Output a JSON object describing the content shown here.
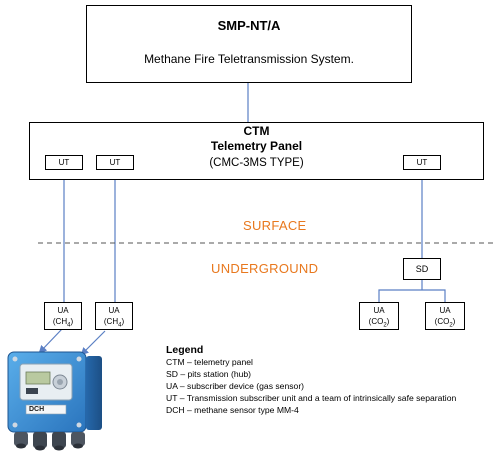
{
  "smp": {
    "title": "SMP-NT/A",
    "subtitle": "Methane Fire Teletransmission System."
  },
  "ctm": {
    "title": "CTM",
    "subtitle": "Telemetry Panel",
    "type": "(CMC-3MS TYPE)"
  },
  "ut_label": "UT",
  "zones": {
    "surface": "SURFACE",
    "underground": "UNDERGROUND"
  },
  "sd_label": "SD",
  "ua_devices": [
    {
      "label": "UA",
      "gas": "CH",
      "sub": "4"
    },
    {
      "label": "UA",
      "gas": "CH",
      "sub": "4"
    },
    {
      "label": "UA",
      "gas": "CO",
      "sub": "2"
    },
    {
      "label": "UA",
      "gas": "CO",
      "sub": "2"
    }
  ],
  "device_label": "DCH",
  "legend": {
    "title": "Legend",
    "items": [
      "CTM – telemetry panel",
      "SD – pits station (hub)",
      "UA – subscriber device (gas sensor)",
      "UT – Transmission subscriber unit and a team of intrinsically safe separation",
      "DCH – methane sensor type MM-4"
    ]
  },
  "colors": {
    "connector": "#5b7fc4",
    "zone_text": "#e8781e",
    "device_body": "#3a8fd6"
  }
}
